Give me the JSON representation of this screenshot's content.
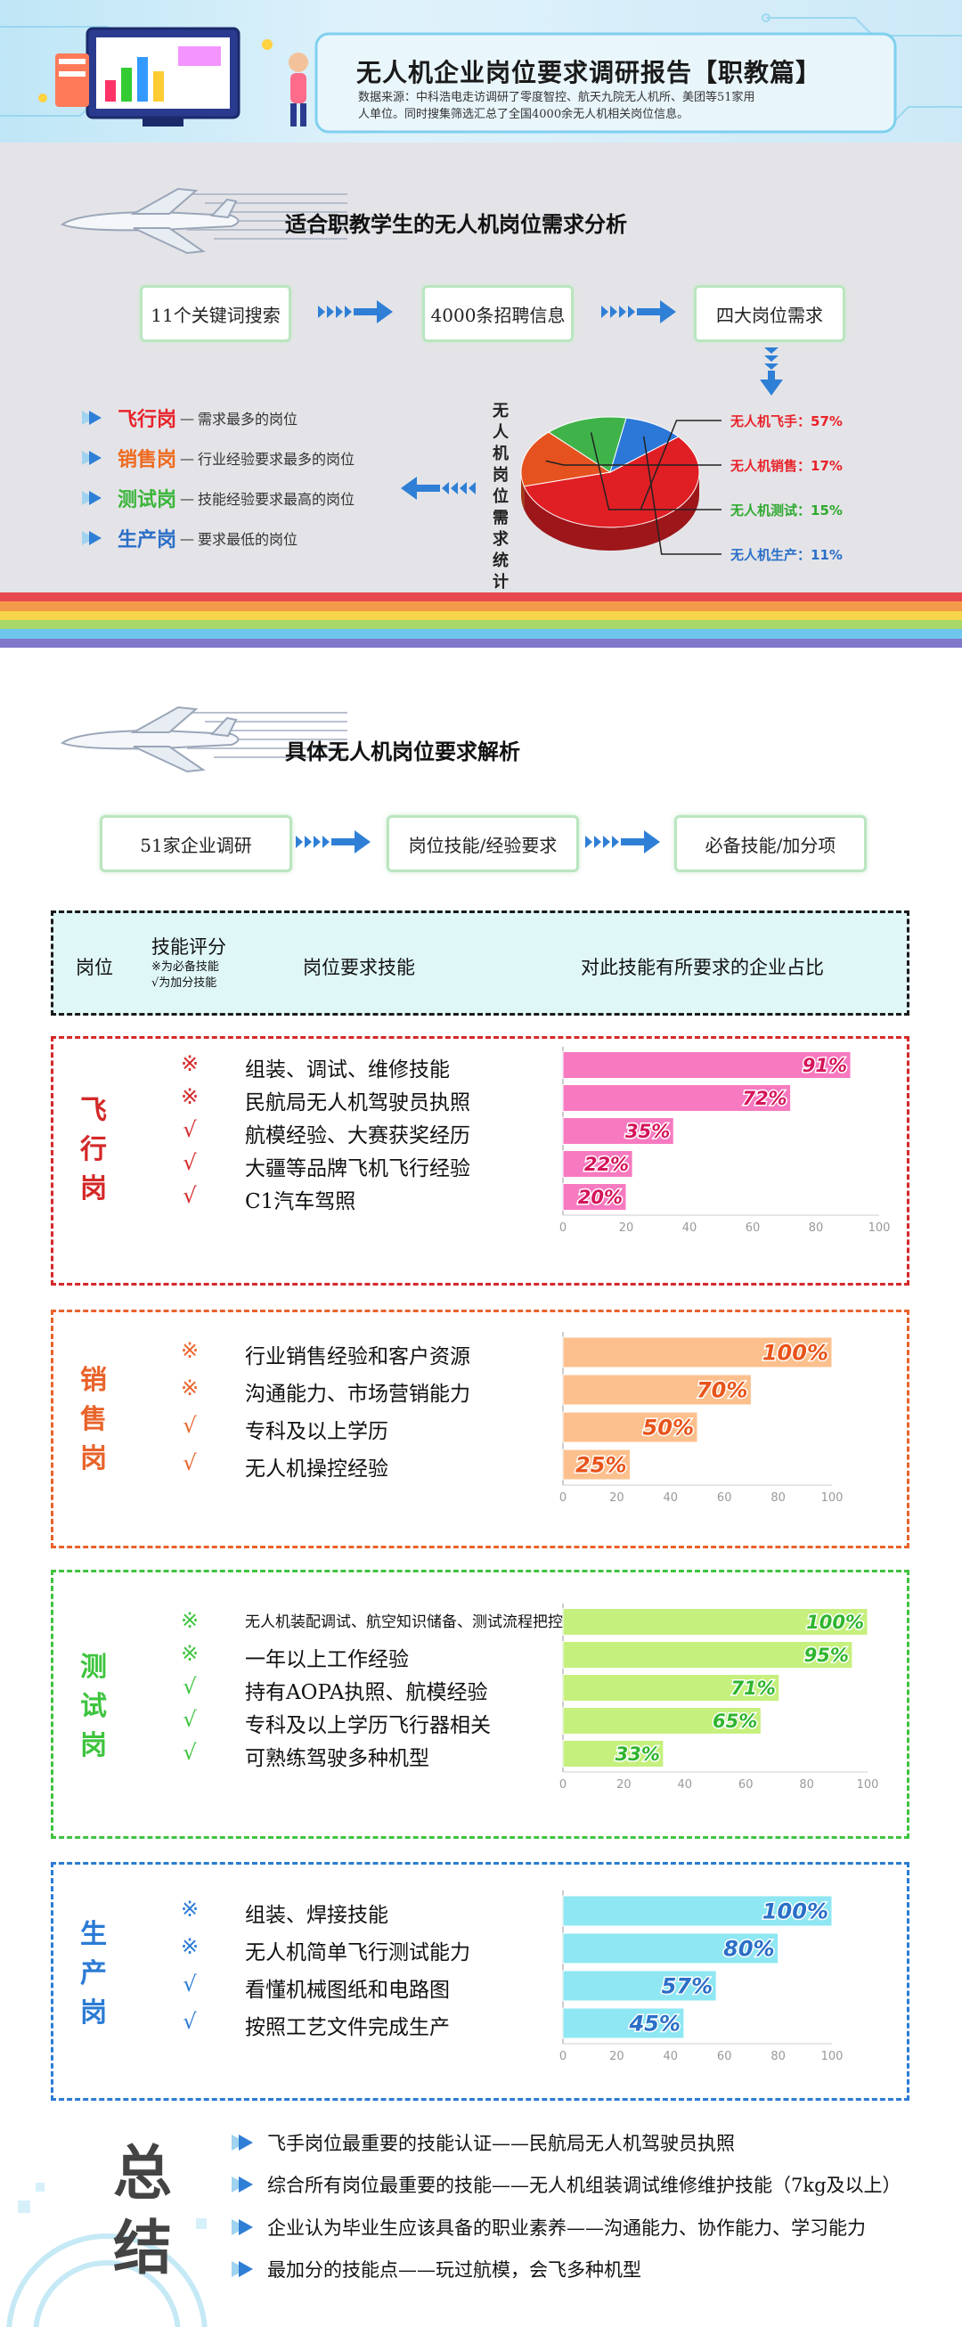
{
  "header": {
    "title": "无人机企业岗位要求调研报告【职教篇】",
    "source_line1": "数据来源：中科浩电走访调研了零度智控、航天九院无人机所、美团等51家用",
    "source_line2": "人单位。同时搜集筛选汇总了全国4000余无人机相关岗位信息。"
  },
  "section1": {
    "title": "适合职教学生的无人机岗位需求分析",
    "flow": [
      "11个关键词搜索",
      "4000条招聘信息",
      "四大岗位需求"
    ],
    "roles": [
      {
        "name": "飞行岗",
        "desc": "需求最多的岗位",
        "color": "#e8232a"
      },
      {
        "name": "销售岗",
        "desc": "行业经验要求最多的岗位",
        "color": "#ef6a1f"
      },
      {
        "name": "测试岗",
        "desc": "技能经验要求最高的岗位",
        "color": "#3ab53a"
      },
      {
        "name": "生产岗",
        "desc": "要求最低的岗位",
        "color": "#2b6fc7"
      }
    ],
    "vertical_label": "无人机岗位需求统计"
  },
  "chart_data": [
    {
      "type": "pie",
      "title": "无人机岗位需求统计",
      "labels": [
        "无人机飞手",
        "无人机销售",
        "无人机测试",
        "无人机生产"
      ],
      "values": [
        57,
        17,
        15,
        11
      ],
      "display": [
        "无人机飞手：57%",
        "无人机销售：17%",
        "无人机测试：15%",
        "无人机生产：11%"
      ],
      "colors": [
        "#e01f25",
        "#e6521f",
        "#3fb34a",
        "#2b78d8"
      ],
      "label_colors": [
        "#e8232a",
        "#e8232a",
        "#2fa92f",
        "#2b6fc7"
      ]
    },
    {
      "type": "bar",
      "orientation": "horizontal",
      "role": "飞行岗",
      "categories": [
        "组装、调试、维修技能",
        "民航局无人机驾驶员执照",
        "航模经验、大赛获奖经历",
        "大疆等品牌飞机飞行经验",
        "C1汽车驾照"
      ],
      "marks": [
        "※",
        "※",
        "√",
        "√",
        "√"
      ],
      "values": [
        91,
        72,
        35,
        22,
        20
      ],
      "labels": [
        "91%",
        "72%",
        "35%",
        "22%",
        "20%"
      ],
      "xlim": [
        0,
        100
      ],
      "ticks": [
        0,
        20,
        40,
        60,
        80,
        100
      ],
      "bar_color": "#f77ac0",
      "label_color": "#d4145a",
      "theme": "#d42828"
    },
    {
      "type": "bar",
      "orientation": "horizontal",
      "role": "销售岗",
      "categories": [
        "行业销售经验和客户资源",
        "沟通能力、市场营销能力",
        "专科及以上学历",
        "无人机操控经验"
      ],
      "marks": [
        "※",
        "※",
        "√",
        "√"
      ],
      "values": [
        100,
        70,
        50,
        25
      ],
      "labels": [
        "100%",
        "70%",
        "50%",
        "25%"
      ],
      "xlim": [
        0,
        100
      ],
      "ticks": [
        0,
        20,
        40,
        60,
        80,
        100
      ],
      "bar_color": "#fcc08e",
      "label_color": "#e8541a",
      "theme": "#e8632a"
    },
    {
      "type": "bar",
      "orientation": "horizontal",
      "role": "测试岗",
      "categories": [
        "无人机装配调试、航空知识储备、测试流程把控",
        "一年以上工作经验",
        "持有AOPA执照、航模经验",
        "专科及以上学历飞行器相关",
        "可熟练驾驶多种机型"
      ],
      "marks": [
        "※",
        "※",
        "√",
        "√",
        "√"
      ],
      "values": [
        100,
        95,
        71,
        65,
        33
      ],
      "labels": [
        "100%",
        "95%",
        "71%",
        "65%",
        "33%"
      ],
      "xlim": [
        0,
        100
      ],
      "ticks": [
        0,
        20,
        40,
        60,
        80,
        100
      ],
      "bar_color": "#c6f07e",
      "label_color": "#2fb52f",
      "theme": "#3ec43e"
    },
    {
      "type": "bar",
      "orientation": "horizontal",
      "role": "生产岗",
      "categories": [
        "组装、焊接技能",
        "无人机简单飞行测试能力",
        "看懂机械图纸和电路图",
        "按照工艺文件完成生产"
      ],
      "marks": [
        "※",
        "※",
        "√",
        "√"
      ],
      "values": [
        100,
        80,
        57,
        45
      ],
      "labels": [
        "100%",
        "80%",
        "57%",
        "45%"
      ],
      "xlim": [
        0,
        100
      ],
      "ticks": [
        0,
        20,
        40,
        60,
        80,
        100
      ],
      "bar_color": "#8ee7f2",
      "label_color": "#2b6fc7",
      "theme": "#2b7bd4"
    }
  ],
  "section2": {
    "title": "具体无人机岗位要求解析",
    "flow": [
      "51家企业调研",
      "岗位技能/经验要求",
      "必备技能/加分项"
    ],
    "table_head": {
      "col_role": "岗位",
      "col_score": "技能评分",
      "note1": "※为必备技能",
      "note2": "√为加分技能",
      "col_skill": "岗位要求技能",
      "col_share": "对此技能有所要求的企业占比"
    }
  },
  "summary": {
    "big": "总结",
    "lines": [
      "飞手岗位最重要的技能认证——民航局无人机驾驶员执照",
      "综合所有岗位最重要的技能——无人机组装调试维修维护技能（7kg及以上）",
      "企业认为毕业生应该具备的职业素养——沟通能力、协作能力、学习能力",
      "最加分的技能点——玩过航模，会飞多种机型"
    ]
  }
}
